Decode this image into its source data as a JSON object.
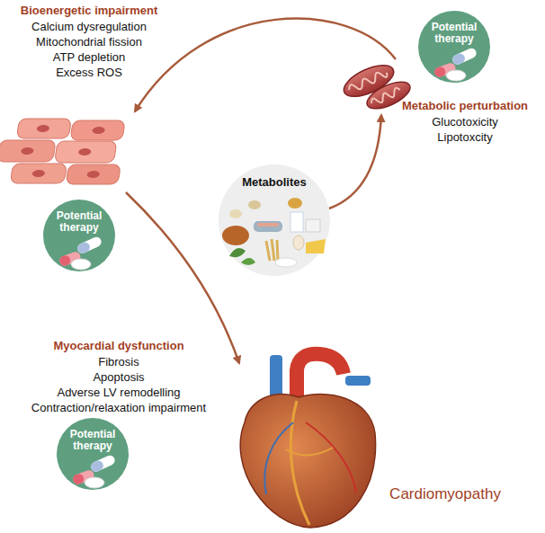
{
  "diagram": {
    "nodes": [
      {
        "text": [
          "Potential therapy"
        ]
      },
      {
        "text": [
          "Metabolites"
        ]
      },
      {
        "text": [
          "Potential therapy"
        ]
      },
      {
        "text": [
          "Potential therapy"
        ]
      }
    ],
    "labels": [
      "Bioenergetic impairment",
      "Calcium dysregulation",
      "Mitochondrial fission",
      "ATP depletion",
      "Excess ROS",
      "Metabolic perturbation",
      "Glucotoxicity",
      "Lipotoxcity",
      "Myocardial dysfunction",
      "Fibrosis",
      "Apoptosis",
      "Adverse LV remodelling",
      "Contraction/relaxation impairment",
      "Cardiomyopathy"
    ]
  }
}
